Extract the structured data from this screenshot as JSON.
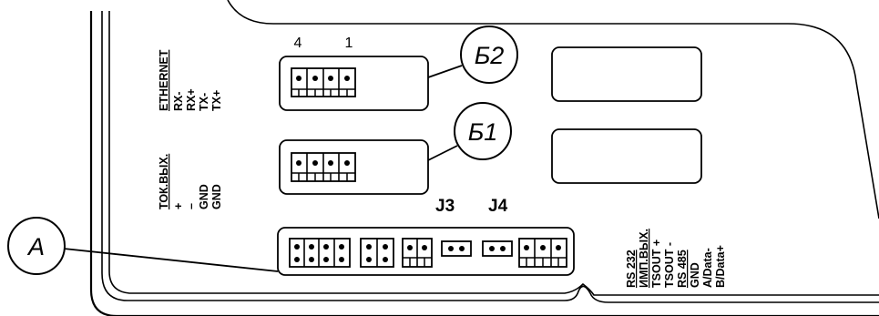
{
  "callouts": {
    "b2": "Б2",
    "b1": "Б1",
    "a": "А"
  },
  "pin_numbers": {
    "left": "4",
    "right": "1"
  },
  "jumpers": {
    "j3": "J3",
    "j4": "J4"
  },
  "ethernet": {
    "header": "ETHERNET",
    "pins": [
      "RX-",
      "RX+",
      "TX-",
      "TX+"
    ]
  },
  "current_out": {
    "header": "ТОК.ВЫХ.",
    "pins": [
      "+",
      "–",
      "GND",
      "GND"
    ]
  },
  "rs232": {
    "header": "RS 232"
  },
  "pulse_out": {
    "header": "ИМП.ВЫХ.",
    "pins": [
      "TSOUT +",
      "TSOUT -"
    ]
  },
  "rs485": {
    "header": "RS 485",
    "pins": [
      "GND",
      "A/Data-",
      "B/Data+"
    ]
  }
}
